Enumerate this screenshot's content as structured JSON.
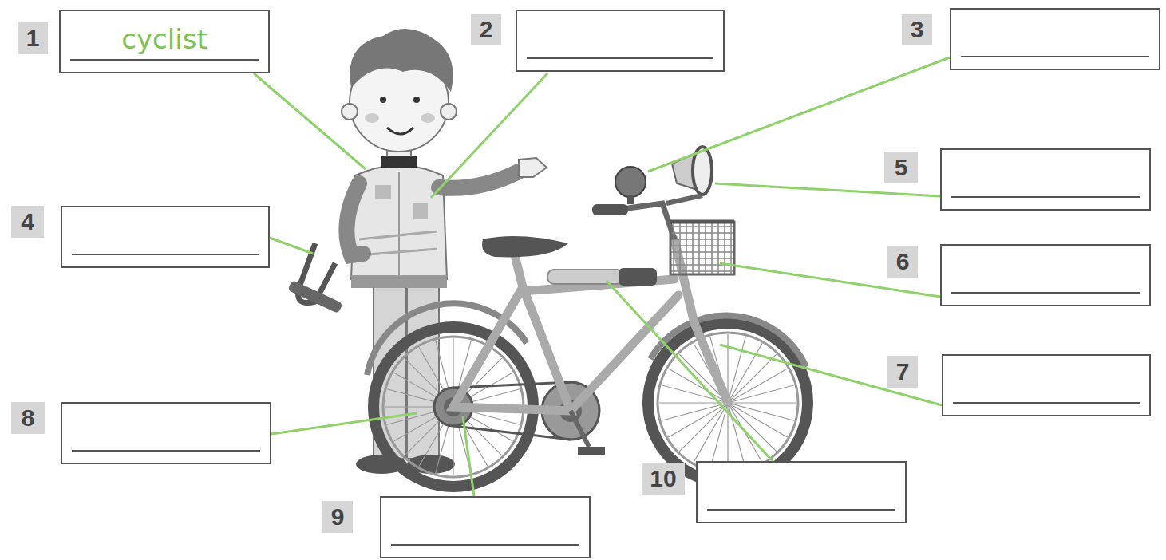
{
  "diagram": {
    "nodes": [
      {
        "text": [
          "1",
          "cyclist"
        ]
      },
      {
        "text": [
          "2"
        ]
      },
      {
        "text": [
          "3"
        ]
      },
      {
        "text": [
          "4"
        ]
      },
      {
        "text": [
          "5"
        ]
      },
      {
        "text": [
          "6"
        ]
      },
      {
        "text": [
          "7"
        ]
      },
      {
        "text": [
          "8"
        ]
      },
      {
        "text": [
          "9"
        ]
      },
      {
        "text": [
          "10"
        ]
      }
    ]
  }
}
